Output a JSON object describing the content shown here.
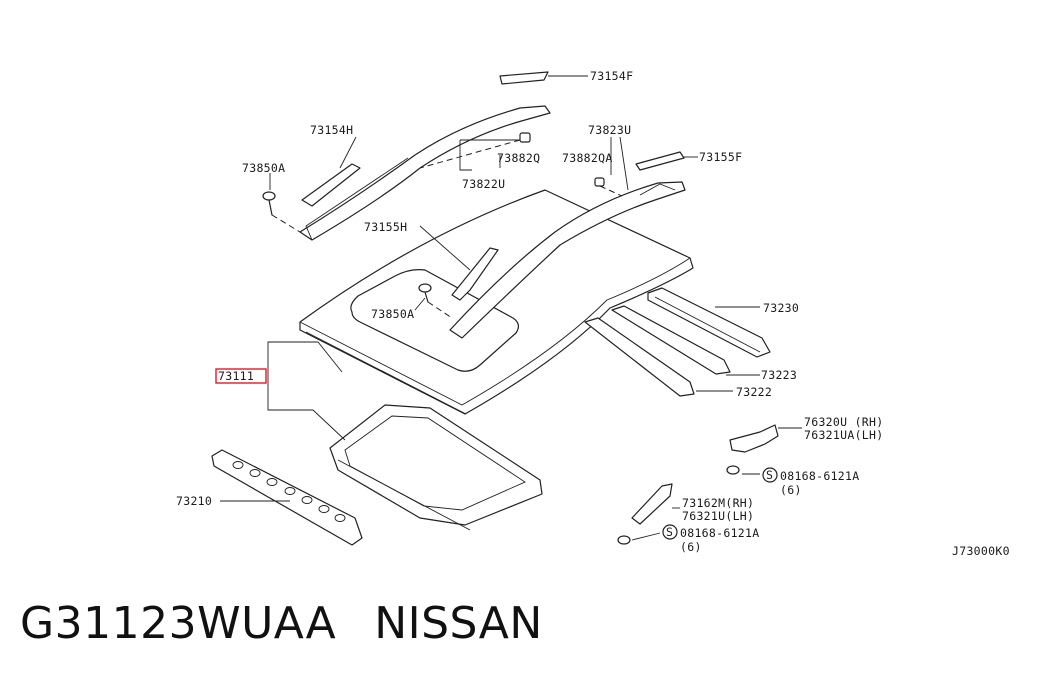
{
  "callouts": {
    "p73154F": "73154F",
    "p73154H": "73154H",
    "p73823U": "73823U",
    "p73850A_top": "73850A",
    "p73882Q": "73882Q",
    "p73882QA": "73882QA",
    "p73155F": "73155F",
    "p73822U": "73822U",
    "p73155H": "73155H",
    "p73230": "73230",
    "p73850A_mid": "73850A",
    "p73111": "73111",
    "p73223": "73223",
    "p73222": "73222",
    "p76320U": "76320U (RH)",
    "p76321UA": "76321UA(LH)",
    "p08168_a": "08168-6121A",
    "p08168_a_qty": "(6)",
    "p73210": "73210",
    "p73162M": "73162M(RH)",
    "p76321U": "76321U(LH)",
    "p08168_b": "08168-6121A",
    "p08168_b_qty": "(6)",
    "s_a": "S",
    "s_b": "S"
  },
  "diagram_code": "J73000K0",
  "caption": {
    "part_number": "G31123WUAA",
    "brand": "NISSAN"
  },
  "colors": {
    "line": "#222222",
    "highlight_box": "#e0192a"
  }
}
